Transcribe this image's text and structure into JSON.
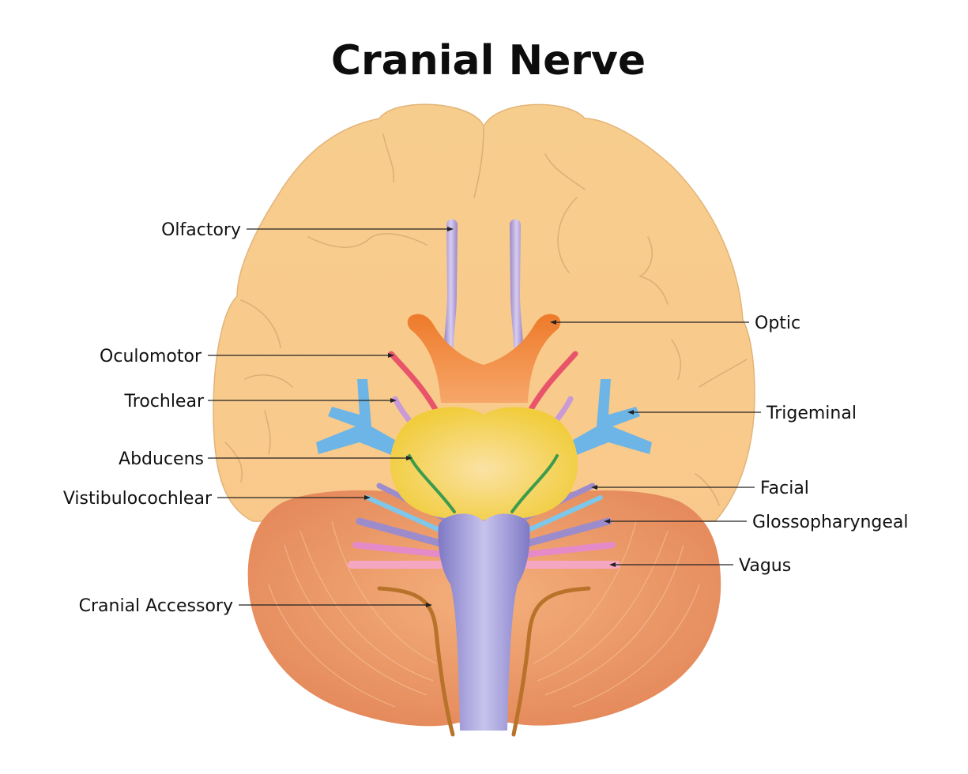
{
  "title": "Cranial Nerve",
  "labels": {
    "olfactory": "Olfactory",
    "optic": "Optic",
    "oculomotor": "Oculomotor",
    "trochlear": "Trochlear",
    "trigeminal": "Trigeminal",
    "abducens": "Abducens",
    "facial": "Facial",
    "vestibulocochlear": "Vistibulocochlear",
    "glossopharyngeal": "Glossopharyngeal",
    "vagus": "Vagus",
    "cranial_accessory": "Cranial Accessory"
  },
  "colors": {
    "cerebrum": "#f9cc8e",
    "cerebellum": "#e7905f",
    "brainstem": "#8c86cc",
    "pons": "#f3d35a",
    "optic": "#ef8a3a",
    "olfactory": "#a58ecb",
    "oculomotor": "#e8556a",
    "trochlear": "#c99ad6",
    "trigeminal": "#6cb5e6",
    "abducens": "#3d9c4c",
    "accessory": "#b8722a",
    "vagus": "#f5a7c2"
  }
}
